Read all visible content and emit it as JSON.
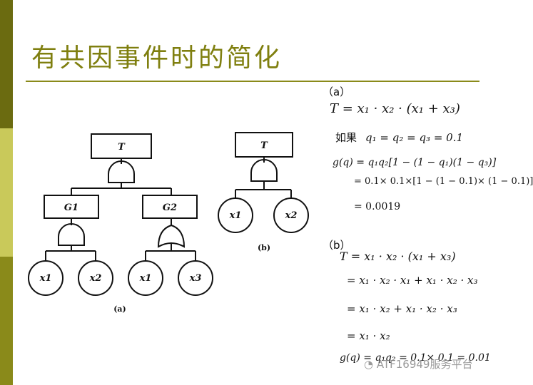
{
  "slide": {
    "title": "有共因事件时的简化",
    "stripe_colors": [
      "#6b6b10",
      "#c9c95a",
      "#8a8a1a"
    ]
  },
  "diagram_a": {
    "top_event": "T",
    "gates": [
      "G1",
      "G2"
    ],
    "basic_events": [
      "x1",
      "x2",
      "x1",
      "x3"
    ],
    "caption": "(a)"
  },
  "diagram_b": {
    "top_event": "T",
    "basic_events": [
      "x1",
      "x2"
    ],
    "caption": "(b)"
  },
  "section_a": {
    "label": "（a）",
    "line1": "T = x₁ · x₂ · (x₁ + x₃)",
    "line2_prefix": "如果",
    "line2": "q₁ = q₂ = q₃ = 0.1",
    "line3": "g(q) = q₁q₂[1 − (1 − q₁)(1 − q₃)]",
    "line4": "= 0.1× 0.1×[1 − (1 − 0.1)× (1 − 0.1)]",
    "line5": "= 0.0019"
  },
  "section_b": {
    "label": "（b）",
    "line1": "T = x₁ · x₂ · (x₁ + x₃)",
    "line2": "= x₁ · x₂ · x₁ + x₁ · x₂ · x₃",
    "line3": "= x₁ · x₂ + x₁ · x₂ · x₃",
    "line4": "= x₁ · x₂",
    "line5": "g(q) = q₁q₂ = 0.1× 0.1 = 0.01"
  },
  "watermark": "ATF16949服务平台"
}
